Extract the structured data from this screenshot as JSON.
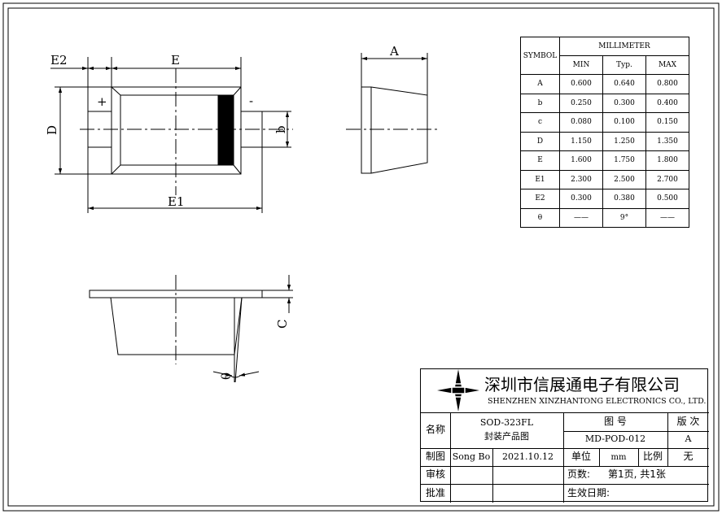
{
  "drawing": {
    "labels": {
      "e2": "E2",
      "e": "E",
      "e1": "E1",
      "d": "D",
      "b": "b",
      "a": "A",
      "c": "C",
      "plus": "+",
      "minus": "-",
      "theta": "θ"
    }
  },
  "dimension_table": {
    "header_symbol": "SYMBOL",
    "header_group": "MILLIMETER",
    "col_min": "MIN",
    "col_typ": "Typ.",
    "col_max": "MAX",
    "rows": [
      {
        "symbol": "A",
        "min": "0.600",
        "typ": "0.640",
        "max": "0.800"
      },
      {
        "symbol": "b",
        "min": "0.250",
        "typ": "0.300",
        "max": "0.400"
      },
      {
        "symbol": "c",
        "min": "0.080",
        "typ": "0.100",
        "max": "0.150"
      },
      {
        "symbol": "D",
        "min": "1.150",
        "typ": "1.250",
        "max": "1.350"
      },
      {
        "symbol": "E",
        "min": "1.600",
        "typ": "1.750",
        "max": "1.800"
      },
      {
        "symbol": "E1",
        "min": "2.300",
        "typ": "2.500",
        "max": "2.700"
      },
      {
        "symbol": "E2",
        "min": "0.300",
        "typ": "0.380",
        "max": "0.500"
      },
      {
        "symbol": "θ",
        "min": "——",
        "typ": "9°",
        "max": "——"
      }
    ]
  },
  "title_block": {
    "company_cn": "深圳市信展通电子有限公司",
    "company_en": "SHENZHEN XINZHANTONG ELECTRONICS CO., LTD.",
    "name_label": "名称",
    "part_name": "SOD-323FL",
    "part_desc": "封装产品图",
    "drawing_no_label": "图 号",
    "drawing_no": "MD-POD-012",
    "version_label": "版 次",
    "version": "A",
    "drafted_label": "制图",
    "drafted_by": "Song Bo",
    "date": "2021.10.12",
    "unit_label": "单位",
    "unit": "mm",
    "scale_label": "比例",
    "scale": "无",
    "review_label": "审核",
    "pages_label": "页数:",
    "pages": "第1页, 共1张",
    "approve_label": "批准",
    "effective_label": "生效日期:"
  }
}
